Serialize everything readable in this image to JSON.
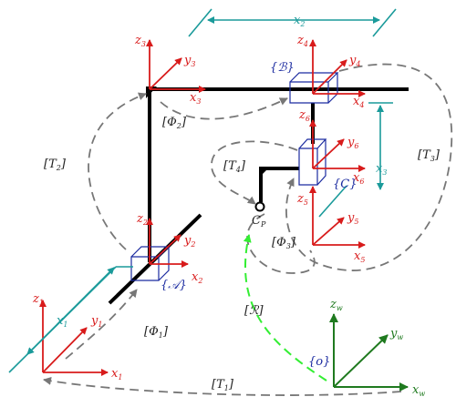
{
  "frames": {
    "base1": {
      "z": "z",
      "z_sub": "1",
      "y": "y",
      "y_sub": "1",
      "x": "x",
      "x_sub": "1"
    },
    "frame2": {
      "z": "z",
      "z_sub": "2",
      "y": "y",
      "y_sub": "2",
      "x": "x",
      "x_sub": "2"
    },
    "frame3": {
      "z": "z",
      "z_sub": "3",
      "y": "y",
      "y_sub": "3",
      "x": "x",
      "x_sub": "3"
    },
    "frame4": {
      "z": "z",
      "z_sub": "4",
      "y": "y",
      "y_sub": "4",
      "x": "x",
      "x_sub": "4"
    },
    "frame5": {
      "z": "z",
      "z_sub": "5",
      "y": "y",
      "y_sub": "5",
      "x": "x",
      "x_sub": "5"
    },
    "frame6": {
      "z": "z",
      "z_sub": "6",
      "y": "y",
      "y_sub": "6",
      "x": "x",
      "x_sub": "6"
    },
    "world": {
      "z": "z",
      "z_sub": "w",
      "y": "y",
      "y_sub": "w",
      "x": "x",
      "x_sub": "w",
      "origin": "{o}"
    }
  },
  "bodies": {
    "A": "{𝒜}",
    "B": "{ℬ}",
    "C": "{C}"
  },
  "dimensions": {
    "x1": "x",
    "x1_sub": "1",
    "x2": "x",
    "x2_sub": "2",
    "x3": "x",
    "x3_sub": "3"
  },
  "transforms": {
    "T1": "[T",
    "T1_sub": "1",
    "T2": "[T",
    "T2_sub": "2",
    "T3": "[T",
    "T3_sub": "3",
    "T4": "[T",
    "T4_sub": "4",
    "close": "]",
    "Phi1": "[Φ",
    "Phi1_sub": "1",
    "Phi2": "[Φ",
    "Phi2_sub": "2",
    "Phi3": "[Φ",
    "Phi3_sub": "3",
    "R": "[ℛ]"
  },
  "point": {
    "c": "C",
    "c_sub": "P"
  },
  "colors": {
    "axis": "#d81b1b",
    "world": "#1f7a1f",
    "dimension": "#1a9a9a",
    "body": "#1b2ba0",
    "transform": "#777777",
    "reference": "#33ee33"
  }
}
